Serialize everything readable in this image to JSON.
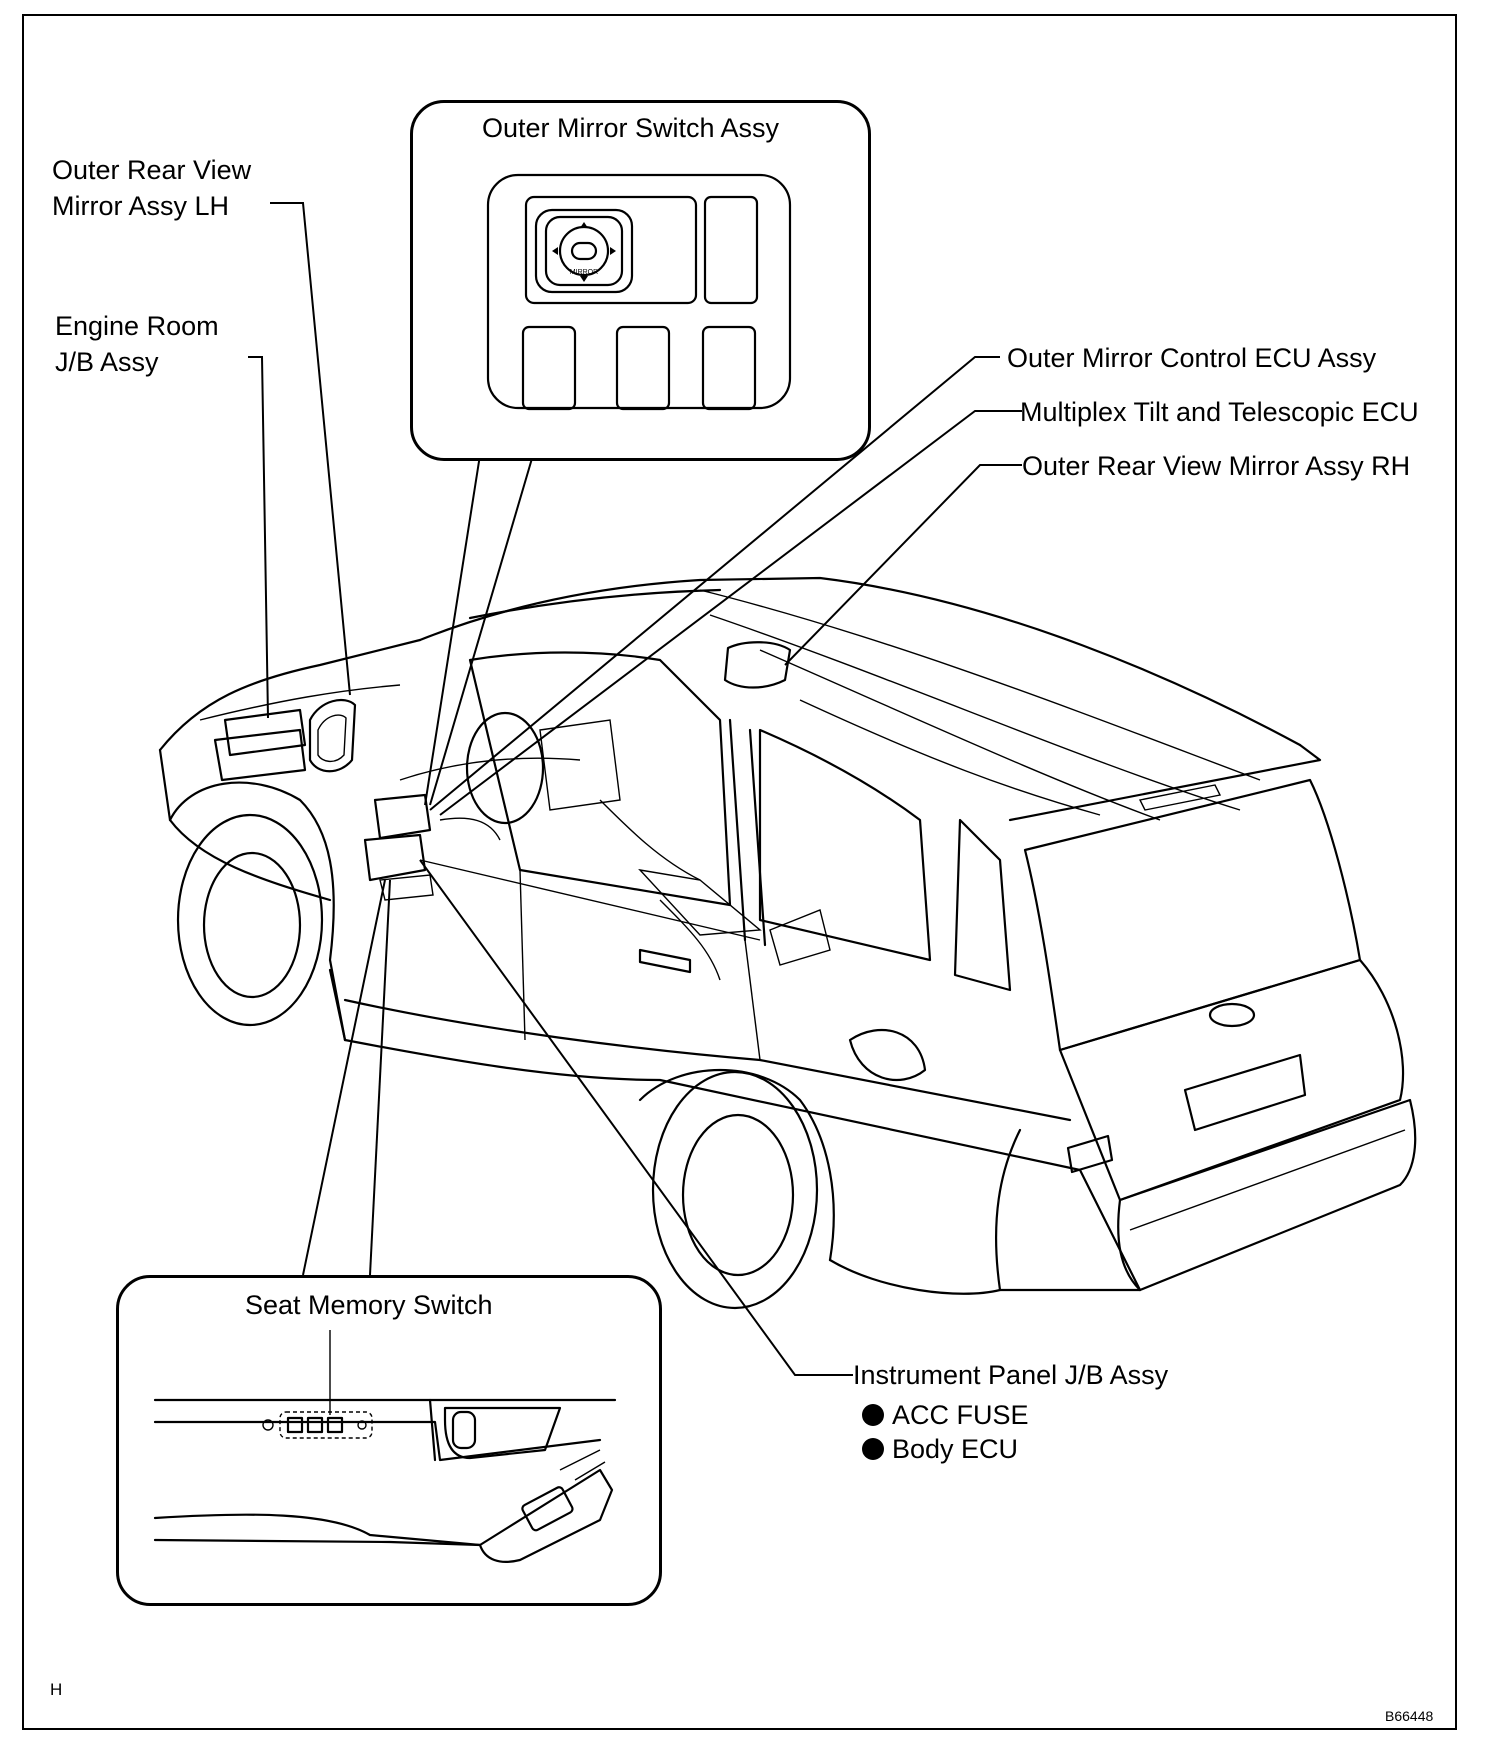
{
  "labels": {
    "outer_rear_view_mirror_lh": "Outer Rear View\nMirror Assy LH",
    "engine_room_jb": "Engine Room\nJ/B Assy",
    "outer_mirror_switch": "Outer Mirror Switch Assy",
    "outer_mirror_control_ecu": "Outer Mirror Control ECU Assy",
    "multiplex_tilt_telescopic_ecu": "Multiplex Tilt and Telescopic ECU",
    "outer_rear_view_mirror_rh": "Outer Rear View Mirror Assy RH",
    "seat_memory_switch": "Seat Memory Switch",
    "instrument_panel_jb": "Instrument Panel J/B Assy",
    "acc_fuse": "ACC FUSE",
    "body_ecu": "Body ECU"
  },
  "switch_face_text": "MIRROR",
  "corner_left": "H",
  "figure_code": "B66448"
}
